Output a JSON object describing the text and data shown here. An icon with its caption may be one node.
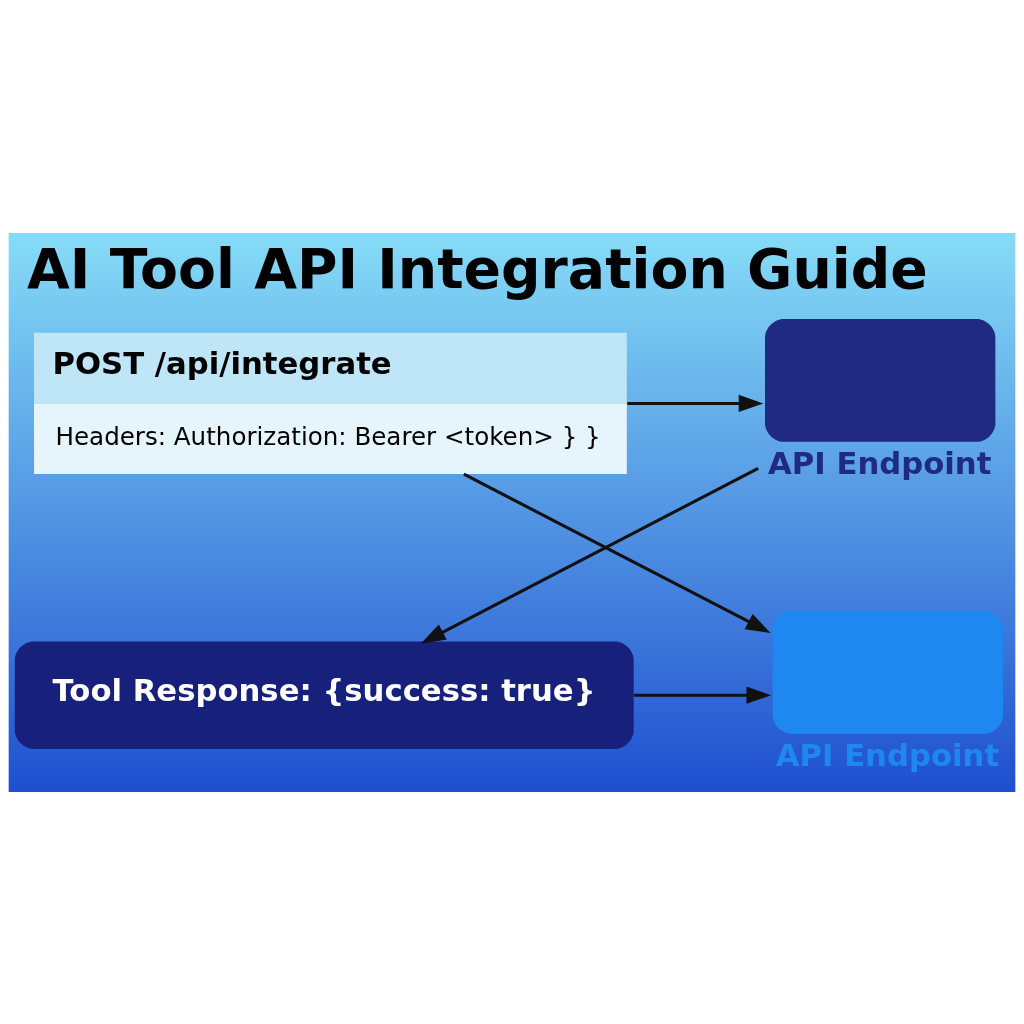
{
  "diagram": {
    "title": "AI Tool API Integration Guide",
    "nodes": [
      {
        "text": [
          "POST /api/integrate",
          "Headers: Authorization: Bearer <token> } }"
        ]
      },
      {
        "text": [
          "API Endpoint"
        ]
      },
      {
        "text": [
          "API Endpoint"
        ]
      },
      {
        "text": [
          "Tool Response: {success: true}"
        ]
      }
    ],
    "edges": [
      {
        "from": 0,
        "to": 1,
        "arrow": "to"
      },
      {
        "from": 0,
        "to": 2,
        "arrow": "to"
      },
      {
        "from": 1,
        "to": 3,
        "arrow": "to"
      },
      {
        "from": 3,
        "to": 2,
        "arrow": "to"
      }
    ]
  }
}
